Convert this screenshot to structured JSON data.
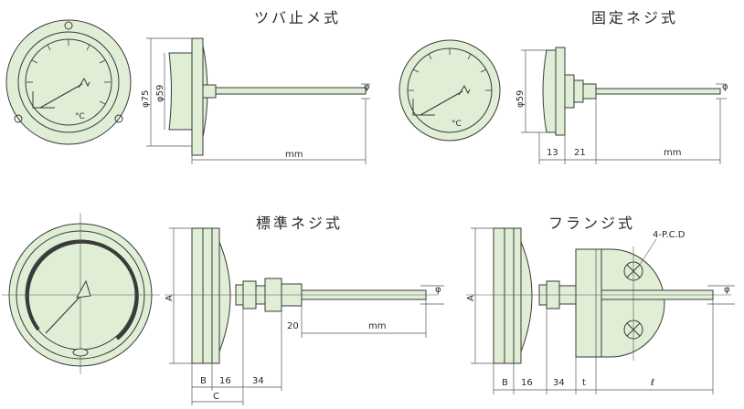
{
  "colors": {
    "body_fill": "#e0eed5",
    "stroke": "#3a3a3a",
    "dimension_line": "#555555",
    "background": "#ffffff"
  },
  "titles": {
    "tsuba_tome": "ツバ止メ式",
    "kotei_neji": "固定ネジ式",
    "hyojun_neji": "標準ネジ式",
    "flange": "フランジ式"
  },
  "labels": {
    "phi": "φ",
    "phi75": "φ75",
    "phi59": "φ59",
    "phi59_b": "φ59",
    "mm1": "mm",
    "mm2": "mm",
    "mm3": "mm",
    "degc1": "°C",
    "degc2": "°C",
    "dim13": "13",
    "dim21": "21",
    "dim20": "20",
    "A1": "A",
    "A2": "A",
    "B1": "B",
    "B2": "B",
    "C1": "C",
    "dim16a": "16",
    "dim16b": "16",
    "dim34a": "34",
    "dim34b": "34",
    "t": "t",
    "ell": "ℓ",
    "pcd": "4-P.C.D"
  }
}
